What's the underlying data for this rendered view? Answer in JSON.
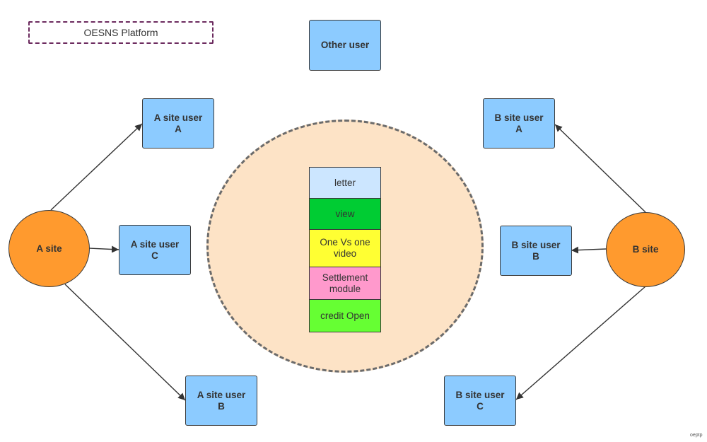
{
  "platform": {
    "label": "OESNS Platform"
  },
  "other_user": {
    "label": "Other user"
  },
  "sites": {
    "a": {
      "label": "A site"
    },
    "b": {
      "label": "B site"
    }
  },
  "users": {
    "a_user_a": {
      "line1": "A site user",
      "line2": "A"
    },
    "a_user_b": {
      "line1": "A site user",
      "line2": "B"
    },
    "a_user_c": {
      "line1": "A site user",
      "line2": "C"
    },
    "b_user_a": {
      "line1": "B site user",
      "line2": "A"
    },
    "b_user_b": {
      "line1": "B site user",
      "line2": "B"
    },
    "b_user_c": {
      "line1": "B site user",
      "line2": "C"
    }
  },
  "modules": [
    {
      "line1": "letter",
      "line2": "",
      "color": "#cce6ff"
    },
    {
      "line1": "view",
      "line2": "",
      "color": "#00cc33"
    },
    {
      "line1": "One Vs one",
      "line2": "video",
      "color": "#ffff33"
    },
    {
      "line1": "Settlement",
      "line2": "module",
      "color": "#ff99cc"
    },
    {
      "line1": "credit Open",
      "line2": "",
      "color": "#66ff33"
    }
  ],
  "watermark": "oeptp",
  "colors": {
    "user_box": "#8ccbff",
    "site": "#ff9a2e",
    "platform_circle": "#fde3c6",
    "platform_label_border": "#6b2a5e"
  }
}
